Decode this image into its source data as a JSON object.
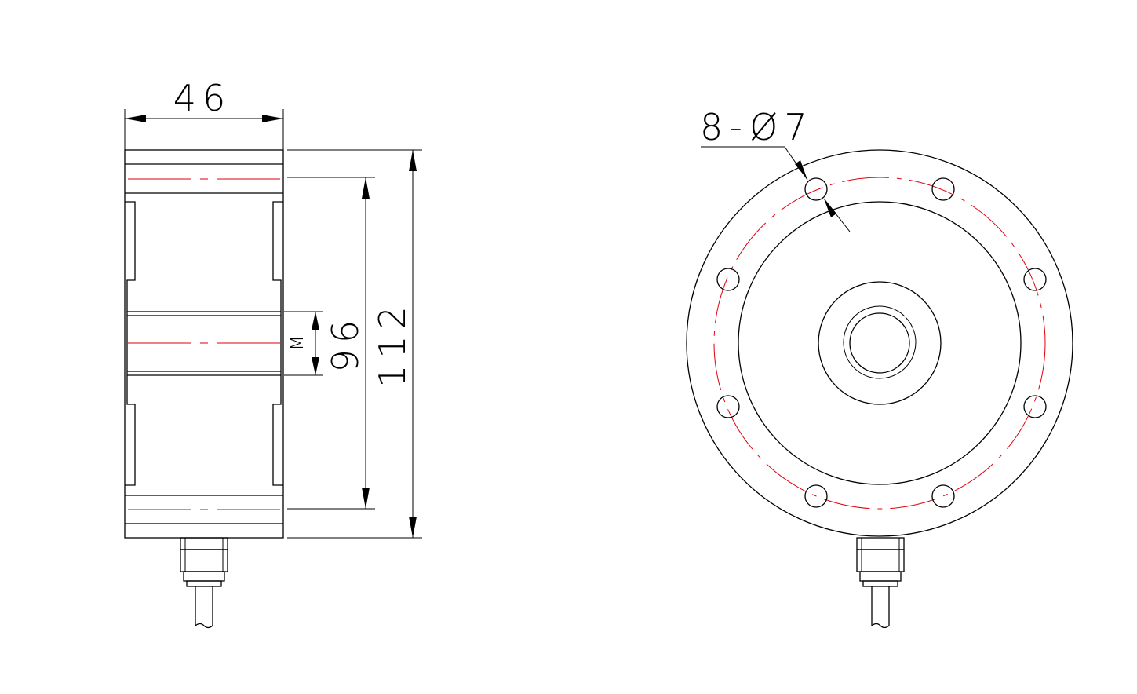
{
  "dimensions": {
    "width": "46",
    "inner_height": "96",
    "outer_height": "112",
    "thread": "M",
    "holes": "8-Ø7"
  },
  "colors": {
    "outline": "#000000",
    "centerline": "#e0000f"
  }
}
